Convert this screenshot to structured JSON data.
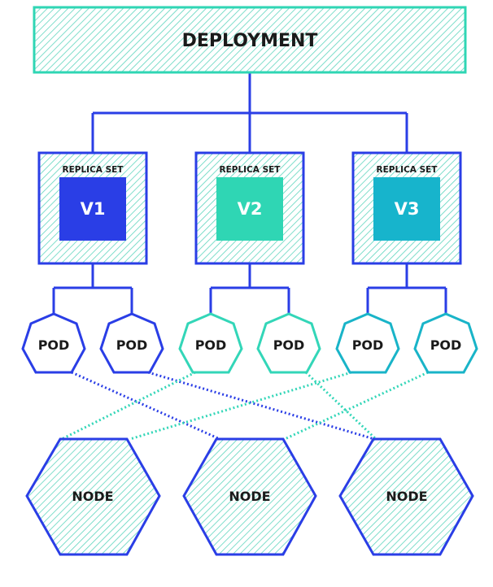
{
  "deployment": {
    "label": "DEPLOYMENT"
  },
  "replica_sets": [
    {
      "label": "REPLICA SET",
      "version": "V1",
      "color": "#2a3ee6"
    },
    {
      "label": "REPLICA SET",
      "version": "V2",
      "color": "#2fd6b4"
    },
    {
      "label": "REPLICA SET",
      "version": "V3",
      "color": "#17b4cc"
    }
  ],
  "pods": [
    {
      "label": "POD",
      "color": "#2a3ee6"
    },
    {
      "label": "POD",
      "color": "#2a3ee6"
    },
    {
      "label": "POD",
      "color": "#33d6b8"
    },
    {
      "label": "POD",
      "color": "#33d6b8"
    },
    {
      "label": "POD",
      "color": "#19b4c8"
    },
    {
      "label": "POD",
      "color": "#19b4c8"
    }
  ],
  "nodes": [
    {
      "label": "NODE"
    },
    {
      "label": "NODE"
    },
    {
      "label": "NODE"
    }
  ],
  "colors": {
    "structure": "#2a3ee6",
    "deployment_border": "#2fd6b4",
    "hatch": "#29c7a8",
    "pod_link_blue": "#2a3ee6",
    "pod_link_teal": "#33d6b8"
  }
}
